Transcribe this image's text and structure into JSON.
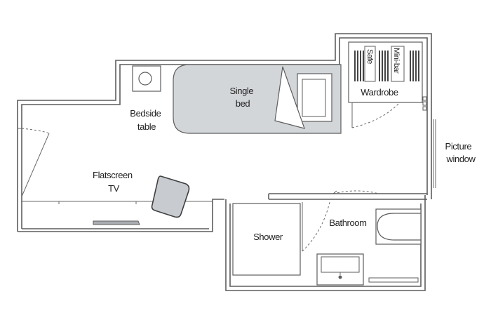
{
  "plan": {
    "rooms": {
      "single_bed": [
        "Single",
        "bed"
      ],
      "bedside_table": [
        "Bedside",
        "table"
      ],
      "flatscreen_tv": [
        "Flatscreen",
        "TV"
      ],
      "wardrobe": "Wardrobe",
      "safe": "Safe",
      "minibar": "Mini-bar",
      "picture_window": [
        "Picture",
        "window"
      ],
      "bathroom": "Bathroom",
      "shower": "Shower"
    },
    "colors": {
      "wall": "#5d5d5d",
      "bed_fill": "#d3d6d9",
      "chair_fill": "#c8ccd0",
      "tv_fill": "#a9adb2",
      "text": "#222222"
    }
  }
}
